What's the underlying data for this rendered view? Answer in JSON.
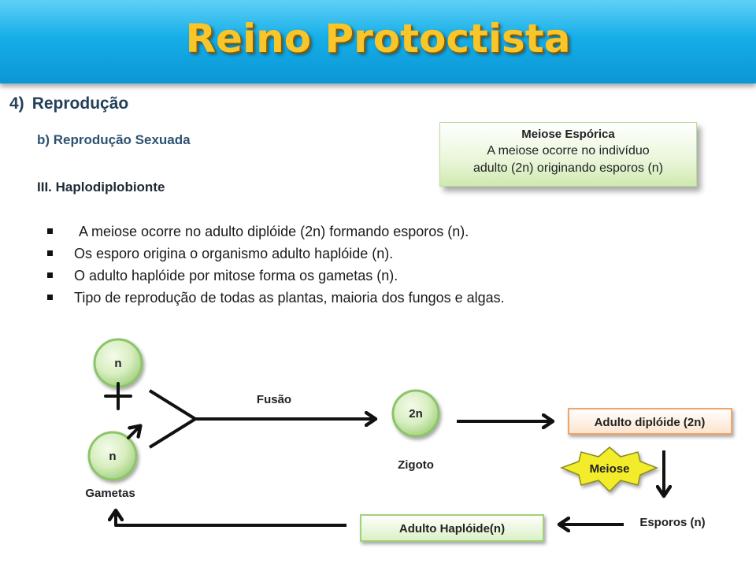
{
  "slide": {
    "title": "Reino Protoctista",
    "section_number": "4)",
    "section_title": "Reprodução",
    "subsection": "b) Reprodução Sexuada",
    "subsubsection": "III. Haplodiplobionte"
  },
  "callout": {
    "title": "Meiose Espórica",
    "line1": "A meiose ocorre no indivíduo",
    "line2": "adulto (2n) originando esporos (n)"
  },
  "bullets": [
    "A meiose ocorre no adulto diplóide (2n) formando esporos (n).",
    "Os esporo origina o organismo adulto haplóide (n).",
    "O adulto haplóide por mitose forma os gametas (n).",
    "Tipo de reprodução de todas as plantas, maioria dos fungos e algas."
  ],
  "diagram": {
    "gamete_top": "n",
    "gamete_bottom": "n",
    "gametes_label": "Gametas",
    "fusion_label": "Fusão",
    "zygote_cell": "2n",
    "zygote_label": "Zigoto",
    "diploid_adult": "Adulto diplóide (2n)",
    "meiosis": "Meiose",
    "spores": "Esporos (n)",
    "haploid_adult": "Adulto Haplóide(n)"
  }
}
